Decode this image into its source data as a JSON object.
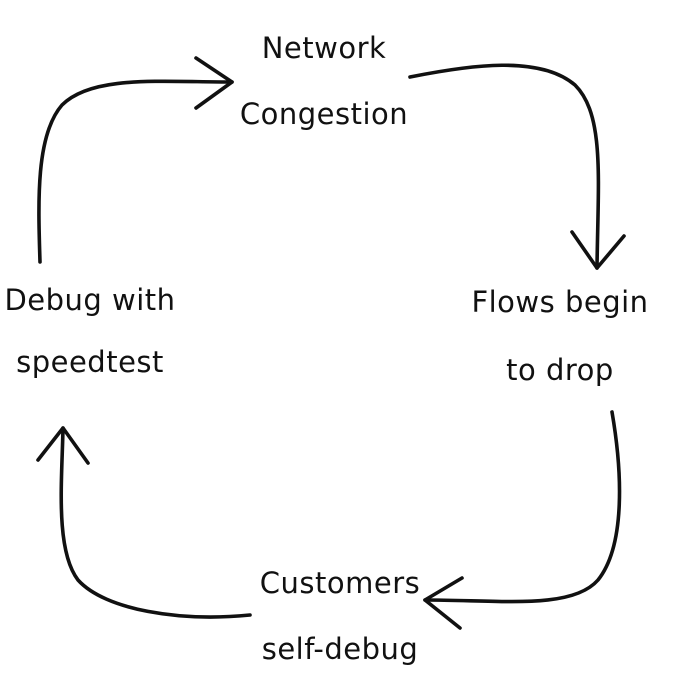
{
  "diagram": {
    "type": "cycle",
    "colors": {
      "ink": "#111111",
      "background": "#ffffff"
    },
    "nodes": [
      {
        "id": "network-congestion",
        "lines": [
          "Network",
          "Congestion"
        ]
      },
      {
        "id": "flows-begin-to-drop",
        "lines": [
          "Flows begin",
          "to drop"
        ]
      },
      {
        "id": "customers-self-debug",
        "lines": [
          "Customers",
          "self-debug"
        ]
      },
      {
        "id": "debug-with-speedtest",
        "lines": [
          "Debug with",
          "speedtest"
        ]
      }
    ],
    "edges": [
      {
        "from": "network-congestion",
        "to": "flows-begin-to-drop"
      },
      {
        "from": "flows-begin-to-drop",
        "to": "customers-self-debug"
      },
      {
        "from": "customers-self-debug",
        "to": "debug-with-speedtest"
      },
      {
        "from": "debug-with-speedtest",
        "to": "network-congestion"
      }
    ]
  }
}
